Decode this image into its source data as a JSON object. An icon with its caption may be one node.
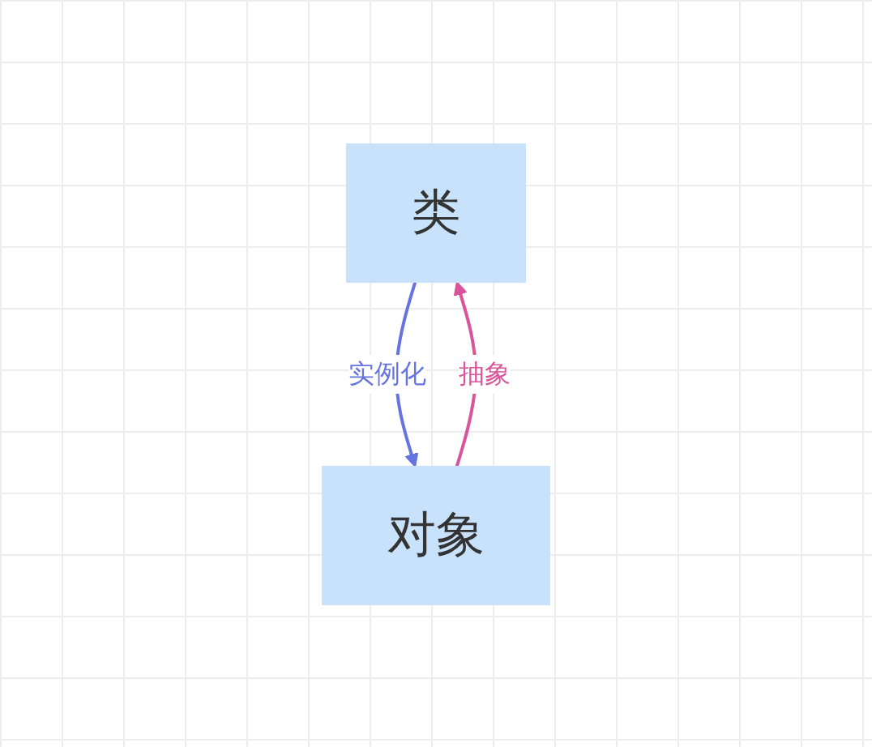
{
  "diagram": {
    "nodes": [
      {
        "text": [
          "类"
        ]
      },
      {
        "text": [
          "对象"
        ]
      }
    ],
    "edges": [
      {
        "from": 0,
        "to": 1,
        "arrow": "to",
        "label": "实例化",
        "color": "#6674e0"
      },
      {
        "from": 1,
        "to": 0,
        "arrow": "to",
        "label": "抽象",
        "color": "#d9549b"
      }
    ]
  }
}
